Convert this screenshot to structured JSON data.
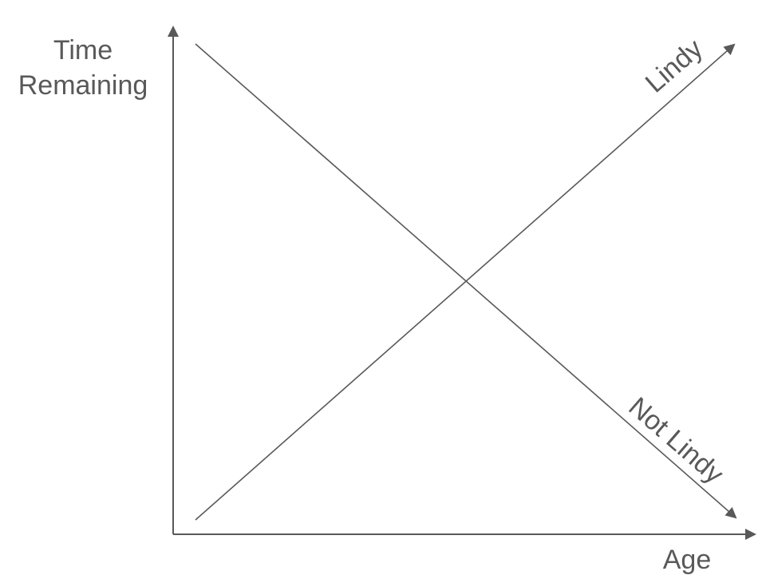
{
  "diagram": {
    "y_axis_label_line1": "Time",
    "y_axis_label_line2": "Remaining",
    "x_axis_label": "Age",
    "rising_line_label": "Lindy",
    "falling_line_label": "Not Lindy",
    "colors": {
      "stroke": "#595959",
      "text": "#595959",
      "background": "#ffffff"
    }
  }
}
